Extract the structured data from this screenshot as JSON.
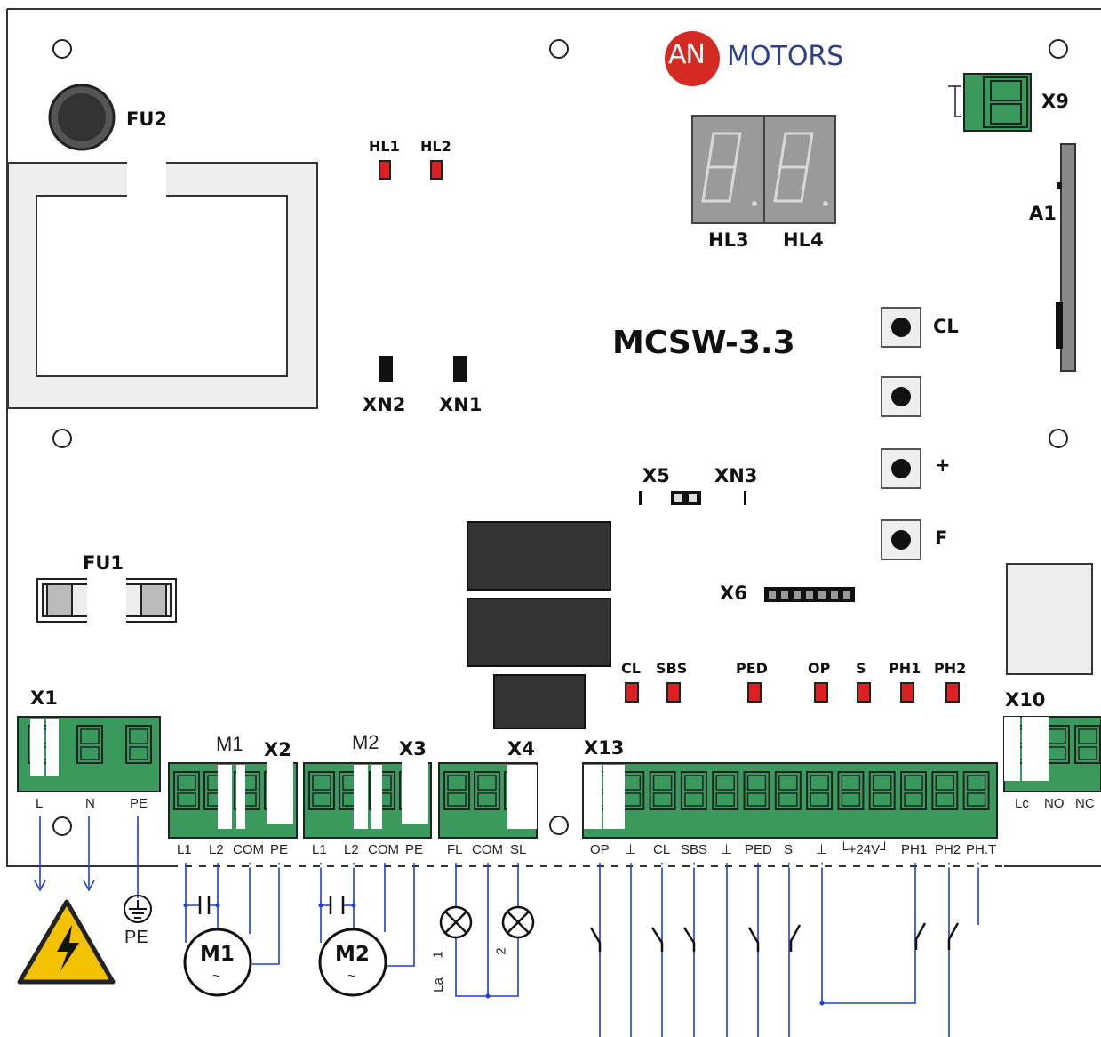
{
  "brand": {
    "logo_mark": "AN",
    "logo_text": "MOTORS"
  },
  "model": "MCSW-3.3",
  "components": {
    "fu2": "FU2",
    "fu1": "FU1",
    "hl1": "HL1",
    "hl2": "HL2",
    "hl3": "HL3",
    "hl4": "HL4",
    "xn2": "XN2",
    "xn1": "XN1",
    "xn3": "XN3",
    "x5": "X5",
    "x6": "X6",
    "x9": "X9",
    "a1": "A1",
    "x1": "X1",
    "x2": "X2",
    "x3": "X3",
    "x4": "X4",
    "x13": "X13",
    "x10": "X10",
    "m1_label": "M1",
    "m2_label": "M2"
  },
  "buttons": {
    "cl": "CL",
    "plus": "+",
    "f": "F"
  },
  "leds": [
    "CL",
    "SBS",
    "PED",
    "OP",
    "S",
    "PH1",
    "PH2"
  ],
  "terminals": {
    "x1": [
      "L",
      "N",
      "PE"
    ],
    "x2": [
      "L1",
      "L2",
      "COM",
      "PE"
    ],
    "x3": [
      "L1",
      "L2",
      "COM",
      "PE"
    ],
    "x4": [
      "FL",
      "COM",
      "SL"
    ],
    "x13": [
      "OP",
      "⊥",
      "CL",
      "SBS",
      "⊥",
      "PED",
      "S",
      "⊥",
      "└+24V┘",
      "PH1",
      "PH2",
      "PH.T"
    ],
    "x10": [
      "Lc",
      "NO",
      "NC"
    ]
  },
  "wiring": {
    "pe": "PE",
    "motor1": "M1",
    "motor2": "M2",
    "lamp1": "1",
    "lamp2": "2",
    "lamp_note": "La",
    "tilde": "~"
  },
  "colors": {
    "terminal_green": "#3a9a5e",
    "wire_blue": "#1f3fd6",
    "led_red": "#e02020",
    "logo_red": "#d42a22",
    "warning_yellow": "#f2c200"
  }
}
